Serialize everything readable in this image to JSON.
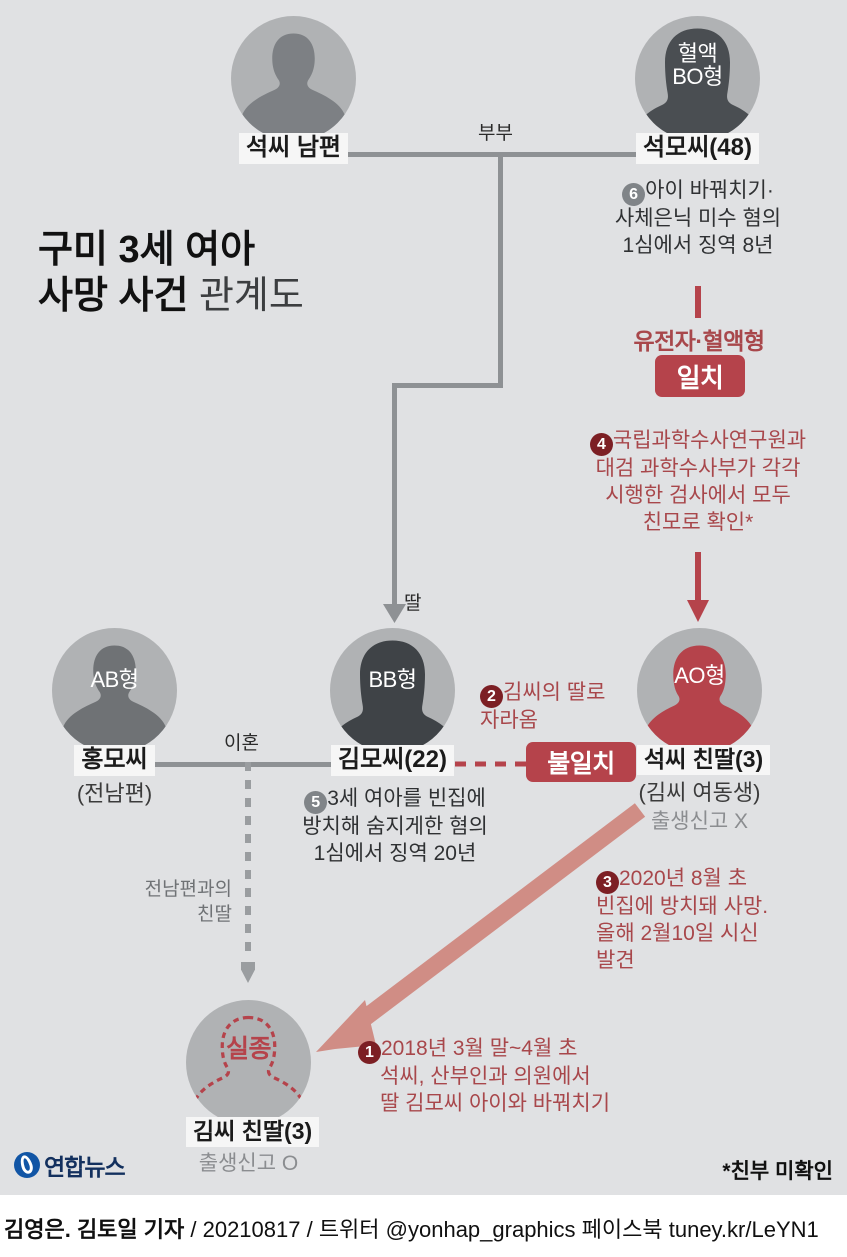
{
  "title": {
    "line1": "구미 3세 여아",
    "line2_bold": "사망 사건",
    "line2_light": "관계도"
  },
  "colors": {
    "background": "#e0e1e3",
    "connector_gray": "#8e9194",
    "badge_red": "#b5434b",
    "text_red": "#a8474b",
    "bullet_red": "#7c1f24",
    "bullet_gray": "#808488",
    "arrow_salmon": "#d08d85",
    "avatar_circle": "#b0b2b4"
  },
  "nodes": {
    "seok_husband": {
      "name": "석씨 남편",
      "blood": "",
      "sub1": "",
      "sub2": "",
      "avatar": "male-gray"
    },
    "seok_mo": {
      "name": "석모씨(48)",
      "blood_line1": "혈액",
      "blood_line2": "BO형",
      "avatar": "female-dark"
    },
    "hong_mo": {
      "name": "홍모씨",
      "blood": "AB형",
      "sub1": "(전남편)",
      "avatar": "male-gray"
    },
    "kim_mo": {
      "name": "김모씨(22)",
      "blood": "BB형",
      "avatar": "female-dark"
    },
    "seok_daughter": {
      "name": "석씨 친딸(3)",
      "blood": "AO형",
      "sub1": "(김씨 여동생)",
      "sub2": "출생신고 X",
      "avatar": "child-red"
    },
    "kim_daughter": {
      "name": "김씨 친딸(3)",
      "blood": "실종",
      "sub2": "출생신고 O",
      "avatar": "child-missing"
    }
  },
  "edges": {
    "couple": "부부",
    "daughter": "딸",
    "divorce": "이혼",
    "ex_husband_daughter_line1": "전남편과의",
    "ex_husband_daughter_line2": "친딸"
  },
  "badges": {
    "match_heading": "유전자·혈액형",
    "match_label": "일치",
    "mismatch_label": "불일치"
  },
  "notes": {
    "n6": {
      "num": "6",
      "lines": [
        "아이 바꿔치기·",
        "사체은닉 미수 혐의",
        "1심에서 징역 8년"
      ],
      "style": "gray"
    },
    "n4": {
      "num": "4",
      "lines": [
        "국립과학수사연구원과",
        "대검 과학수사부가 각각",
        "시행한 검사에서 모두",
        "친모로 확인*"
      ],
      "style": "red"
    },
    "n2": {
      "num": "2",
      "lines": [
        "김씨의 딸로",
        "자라옴"
      ],
      "style": "red"
    },
    "n5": {
      "num": "5",
      "lines": [
        "3세 여아를 빈집에",
        "방치해 숨지게한 혐의",
        "1심에서 징역 20년"
      ],
      "style": "gray"
    },
    "n3": {
      "num": "3",
      "lines": [
        "2020년 8월 초",
        "빈집에 방치돼 사망.",
        "올해 2월10일 시신",
        "발견"
      ],
      "style": "red"
    },
    "n1": {
      "num": "1",
      "lines": [
        "2018년 3월 말~4월 초",
        "석씨, 산부인과 의원에서",
        "딸 김모씨 아이와 바꿔치기"
      ],
      "style": "red"
    }
  },
  "footer": {
    "logo_text": "연합뉴스",
    "footnote": "*친부 미확인",
    "credit_bold": "김영은. 김토일 기자",
    "credit_rest": " / 20210817 / 트위터 @yonhap_graphics  페이스북 tuney.kr/LeYN1"
  }
}
